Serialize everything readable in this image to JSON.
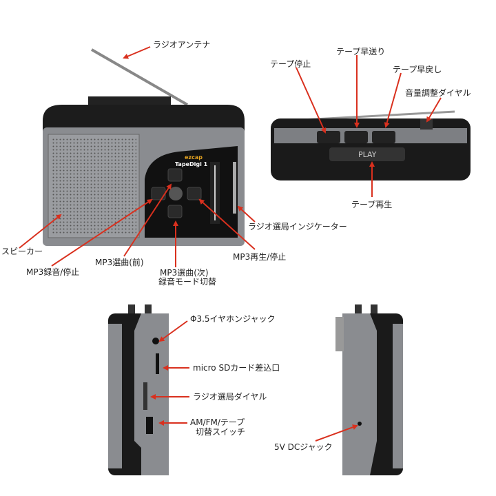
{
  "device": {
    "brand": "ezcap",
    "model": "TapeDigi 1",
    "play_label": "PLAY"
  },
  "labels": {
    "antenna": "ラジオアンテナ",
    "tape_stop": "テープ停止",
    "tape_ff": "テープ早送り",
    "tape_rew": "テープ早戻し",
    "volume": "音量調整ダイヤル",
    "tape_play": "テープ再生",
    "radio_indicator": "ラジオ選局インジケーター",
    "speaker": "スピーカー",
    "mp3_prev": "MP3選曲(前)",
    "mp3_play": "MP3再生/停止",
    "mp3_rec": "MP3録音/停止",
    "mp3_next_line1": "MP3選曲(次)",
    "mp3_next_line2": "録音モード切替",
    "earphone": "Φ3.5イヤホンジャック",
    "microsd": "micro SDカード差込口",
    "tuning_dial": "ラジオ選局ダイヤル",
    "switch_line1": "AM/FM/テープ",
    "switch_line2": "切替スイッチ",
    "dc_jack": "5V DCジャック"
  },
  "colors": {
    "arrow": "#d9301e",
    "body": "#8a8c90",
    "dark": "#1a1a1a",
    "accent": "#e0a020"
  }
}
